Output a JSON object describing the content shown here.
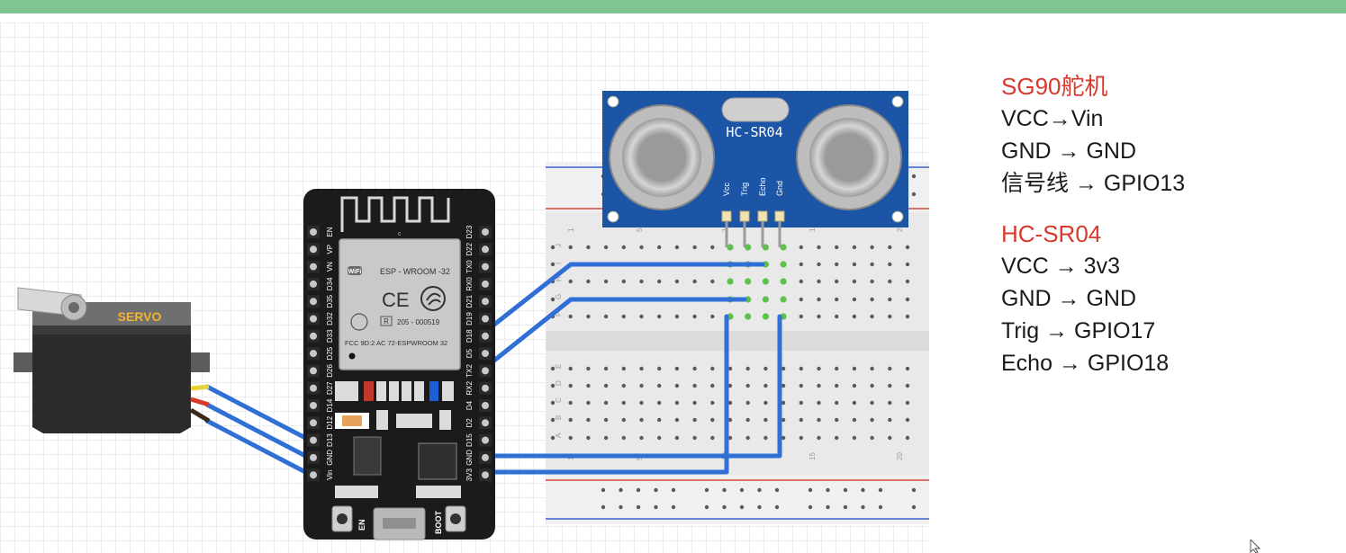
{
  "notes": {
    "servo_title": "SG90舵机",
    "servo_lines": [
      "VCC→Vin",
      "GND → GND",
      "信号线 → GPIO13"
    ],
    "hcsr_title": "HC-SR04",
    "hcsr_lines": [
      "VCC → 3v3",
      "GND → GND",
      "Trig → GPIO17",
      "Echo → GPIO18"
    ]
  },
  "servo": {
    "label": "SERVO"
  },
  "esp32": {
    "module_name": "ESP - WROOM -32",
    "cert_id": "205 - 000519",
    "fcc_text": "FCC 9D:2 AC 72-ESPWROOM 32",
    "wifi_text": "WiFi",
    "ce_text": "CE",
    "r_text": "R",
    "antenna_mark": "c",
    "en_label": "EN",
    "boot_label": "BOOT",
    "left_pins": [
      "EN",
      "VP",
      "VN",
      "D34",
      "D35",
      "D32",
      "D33",
      "D25",
      "D26",
      "D27",
      "D14",
      "D12",
      "D13",
      "GND",
      "Vin"
    ],
    "right_pins": [
      "D23",
      "D22",
      "TX0",
      "RX0",
      "D21",
      "D19",
      "D18",
      "D5",
      "TX2",
      "RX2",
      "D4",
      "D2",
      "D15",
      "GND",
      "3V3"
    ]
  },
  "sensor": {
    "label": "HC-SR04",
    "pins": [
      "Vcc",
      "Trig",
      "Echo",
      "Gnd"
    ]
  },
  "breadboard": {
    "row_labels_top": [
      "J",
      "I",
      "H",
      "G",
      "F"
    ],
    "row_labels_bottom": [
      "E",
      "D",
      "C",
      "B",
      "A"
    ],
    "col_numbers": [
      "1",
      "5",
      "10",
      "15",
      "20"
    ]
  },
  "colors": {
    "wire": "#2f6fd6",
    "header_bar": "#7fc592",
    "accent_title": "#d9392b",
    "board": "#1b1b1b",
    "sensor_pcb": "#1c55a6"
  }
}
